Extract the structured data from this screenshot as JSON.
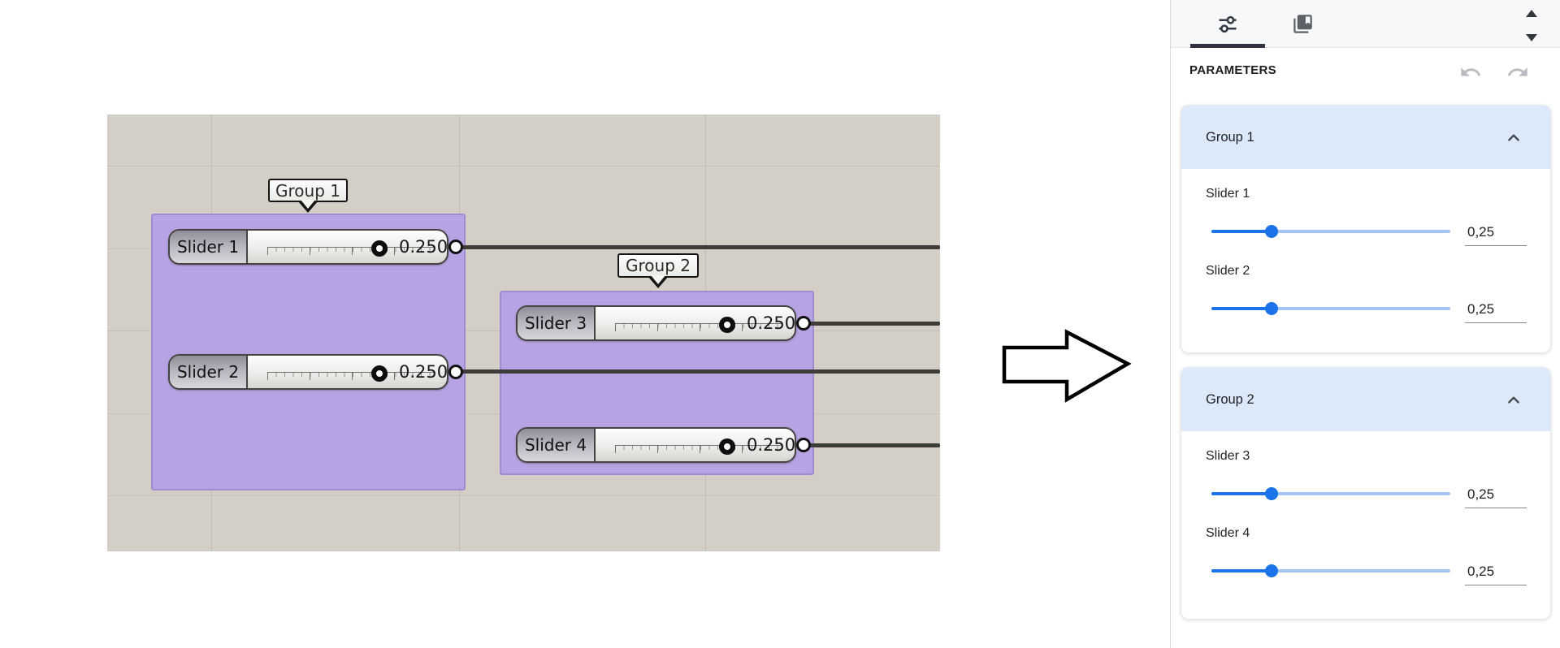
{
  "canvas": {
    "background": "#d3cfc7",
    "group_fill": "#b7a3e3",
    "wire_color": "#3d3c39",
    "groups": [
      {
        "label": "Group 1",
        "sliders": [
          {
            "name": "Slider 1",
            "value": "0.250"
          },
          {
            "name": "Slider 2",
            "value": "0.250"
          }
        ]
      },
      {
        "label": "Group 2",
        "sliders": [
          {
            "name": "Slider 3",
            "value": "0.250"
          },
          {
            "name": "Slider 4",
            "value": "0.250"
          }
        ]
      }
    ]
  },
  "panel": {
    "title": "PARAMETERS",
    "tabs": [
      {
        "name": "parameters-tab",
        "icon": "tune-icon",
        "active": true
      },
      {
        "name": "library-tab",
        "icon": "book-icon",
        "active": false
      }
    ],
    "colors": {
      "accent": "#1a73e8",
      "track_unfilled": "#a4c4f3",
      "group_header": "#dbe9fb",
      "tab_indicator": "#2f3440"
    },
    "groups": [
      {
        "label": "Group 1",
        "sliders": [
          {
            "name": "Slider 1",
            "value": "0,25"
          },
          {
            "name": "Slider 2",
            "value": "0,25"
          }
        ]
      },
      {
        "label": "Group 2",
        "sliders": [
          {
            "name": "Slider 3",
            "value": "0,25"
          },
          {
            "name": "Slider 4",
            "value": "0,25"
          }
        ]
      }
    ]
  }
}
